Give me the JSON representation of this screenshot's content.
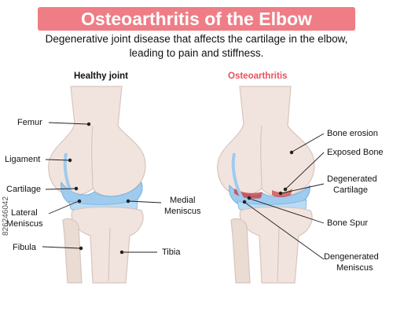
{
  "title": "Osteoarthritis of the Elbow",
  "subtitle_line1": "Degenerative joint disease that affects the cartilage in the elbow,",
  "subtitle_line2": "leading to pain and stiffness.",
  "panels": {
    "healthy": {
      "heading": "Healthy joint",
      "labels": {
        "femur": "Femur",
        "ligament": "Ligament",
        "cartilage": "Cartilage",
        "lateral_meniscus_1": "Lateral",
        "lateral_meniscus_2": "Meniscus",
        "fibula": "Fibula",
        "medial_meniscus_1": "Medial",
        "medial_meniscus_2": "Meniscus",
        "tibia": "Tibia"
      }
    },
    "oa": {
      "heading": "Osteoarthritis",
      "labels": {
        "bone_erosion": "Bone erosion",
        "exposed_bone": "Exposed Bone",
        "degenerated_cartilage_1": "Degenerated",
        "degenerated_cartilage_2": "Cartilage",
        "bone_spur": "Bone Spur",
        "degenerated_meniscus_1": "Dengenerated",
        "degenerated_meniscus_2": "Meniscus"
      }
    }
  },
  "watermark": "826246042",
  "colors": {
    "banner": "#ef7d86",
    "oa_heading": "#e8505b",
    "bone": "#f1e4de",
    "bone_shadow": "#d8c5bc",
    "cartilage": "#9fcbee",
    "damage": "#c9454a"
  }
}
